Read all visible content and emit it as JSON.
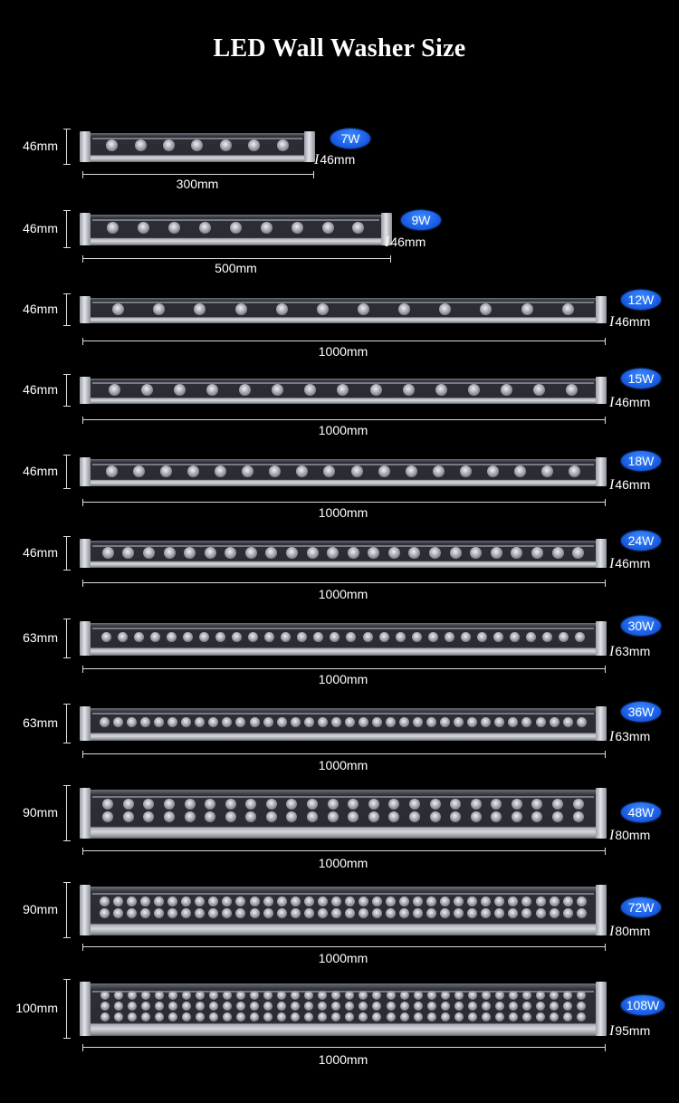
{
  "title": "LED Wall Washer Size",
  "colors": {
    "background": "#000000",
    "badge": "#1a5fe6",
    "text": "#ffffff",
    "housing": "#c8cace"
  },
  "models": [
    {
      "power": "7W",
      "height": "46mm",
      "length": "300mm",
      "depth": "46mm",
      "led_count": 7,
      "led_rows": 1
    },
    {
      "power": "9W",
      "height": "46mm",
      "length": "500mm",
      "depth": "46mm",
      "led_count": 9,
      "led_rows": 1
    },
    {
      "power": "12W",
      "height": "46mm",
      "length": "1000mm",
      "depth": "46mm",
      "led_count": 12,
      "led_rows": 1
    },
    {
      "power": "15W",
      "height": "46mm",
      "length": "1000mm",
      "depth": "46mm",
      "led_count": 15,
      "led_rows": 1
    },
    {
      "power": "18W",
      "height": "46mm",
      "length": "1000mm",
      "depth": "46mm",
      "led_count": 18,
      "led_rows": 1
    },
    {
      "power": "24W",
      "height": "46mm",
      "length": "1000mm",
      "depth": "46mm",
      "led_count": 24,
      "led_rows": 1
    },
    {
      "power": "30W",
      "height": "63mm",
      "length": "1000mm",
      "depth": "63mm",
      "led_count": 30,
      "led_rows": 1
    },
    {
      "power": "36W",
      "height": "63mm",
      "length": "1000mm",
      "depth": "63mm",
      "led_count": 36,
      "led_rows": 1
    },
    {
      "power": "48W",
      "height": "90mm",
      "length": "1000mm",
      "depth": "80mm",
      "led_count": 48,
      "led_rows": 2
    },
    {
      "power": "72W",
      "height": "90mm",
      "length": "1000mm",
      "depth": "80mm",
      "led_count": 72,
      "led_rows": 2
    },
    {
      "power": "108W",
      "height": "100mm",
      "length": "1000mm",
      "depth": "95mm",
      "led_count": 108,
      "led_rows": 3
    }
  ]
}
